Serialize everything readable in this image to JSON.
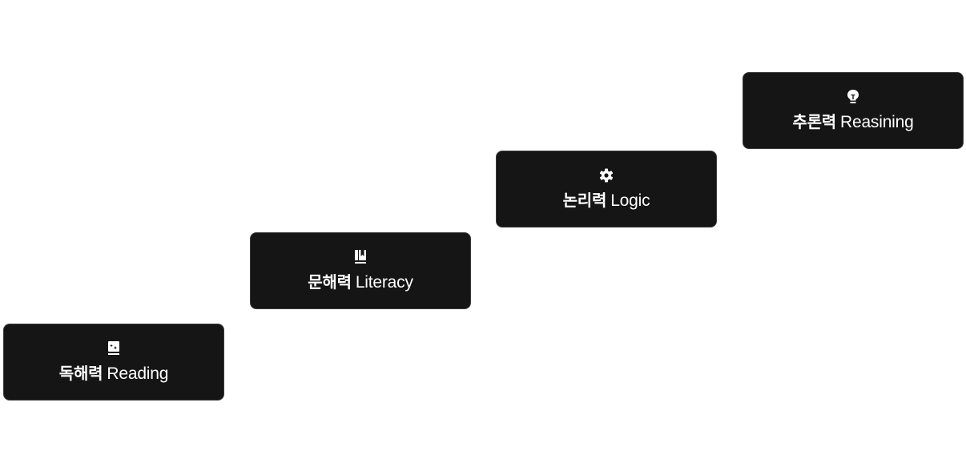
{
  "diagram": {
    "type": "staircase-progression",
    "steps": [
      {
        "level": 1,
        "icon": "book-sparkle-icon",
        "label_ko": "독해력",
        "label_en": "Reading"
      },
      {
        "level": 2,
        "icon": "bookshelf-icon",
        "label_ko": "문해력",
        "label_en": "Literacy"
      },
      {
        "level": 3,
        "icon": "gear-icon",
        "label_ko": "논리력",
        "label_en": "Logic"
      },
      {
        "level": 4,
        "icon": "lightbulb-icon",
        "label_ko": "추론력",
        "label_en": "Reasining"
      }
    ]
  },
  "colors": {
    "card_background": "#151515",
    "card_border": "#3a3a3a",
    "text": "#ffffff",
    "page_background": "#ffffff"
  }
}
